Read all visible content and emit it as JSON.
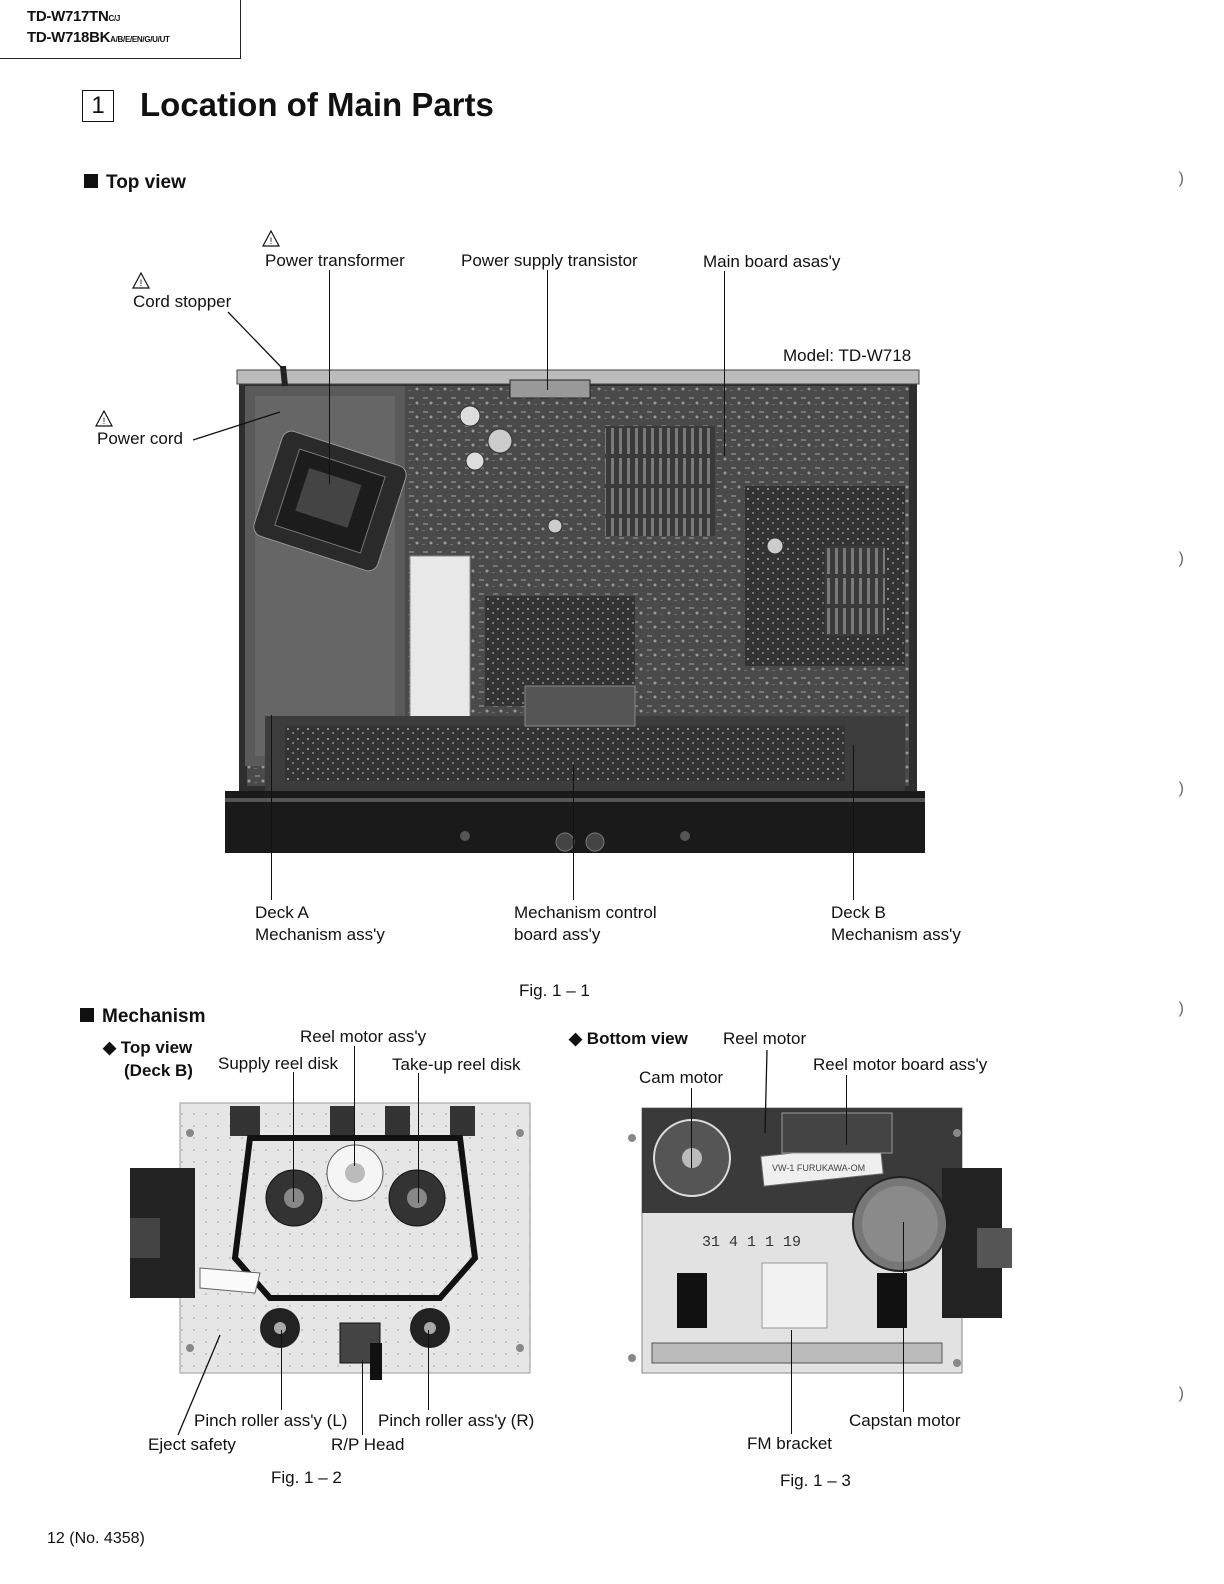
{
  "header": {
    "model1": "TD-W717TN",
    "model1_suffix": "C/J",
    "model2": "TD-W718BK",
    "model2_suffix": "A/B/E/EN/G/U/UT"
  },
  "section": {
    "number": "1",
    "title": "Location of Main Parts"
  },
  "top_view": {
    "heading": "Top view",
    "labels": {
      "power_transformer": "Power transformer",
      "power_supply_transistor": "Power supply transistor",
      "main_board": "Main board asas'y",
      "cord_stopper": "Cord stopper",
      "model": "Model: TD-W718",
      "power_cord": "Power cord",
      "deck_a_1": "Deck A",
      "deck_a_2": "Mechanism ass'y",
      "mech_control_1": "Mechanism control",
      "mech_control_2": "board ass'y",
      "deck_b_1": "Deck B",
      "deck_b_2": "Mechanism ass'y"
    },
    "fig": "Fig. 1 – 1"
  },
  "mechanism": {
    "heading": "Mechanism",
    "top_view_1": "Top view",
    "top_view_2": "(Deck B)",
    "bottom_view": "Bottom view",
    "labels": {
      "reel_motor_assy": "Reel motor ass'y",
      "supply_reel_disk": "Supply reel disk",
      "takeup_reel_disk": "Take-up reel disk",
      "pinch_roller_l": "Pinch roller ass'y (L)",
      "pinch_roller_r": "Pinch roller ass'y (R)",
      "eject_safety": "Eject safety",
      "rp_head": "R/P Head",
      "reel_motor": "Reel motor",
      "reel_motor_board": "Reel motor board ass'y",
      "cam_motor": "Cam motor",
      "capstan_motor": "Capstan motor",
      "fm_bracket": "FM bracket",
      "photo_number": "31 4 1 1 19",
      "flex_label": "VW-1 FURUKAWA-OM"
    },
    "fig2": "Fig. 1 – 2",
    "fig3": "Fig. 1 – 3"
  },
  "footer": {
    "page": "12 (No. 4358)"
  }
}
